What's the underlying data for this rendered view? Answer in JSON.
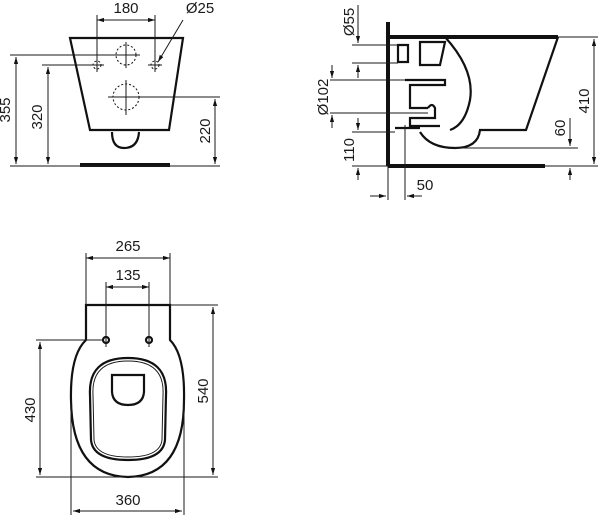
{
  "drawing": {
    "front_view": {
      "dims": {
        "fixing_spacing": "180",
        "fixing_hole_diameter": "Ø25",
        "total_height": "355",
        "fixing_height": "320",
        "outlet_height": "220"
      }
    },
    "side_view": {
      "dims": {
        "inlet_diameter": "Ø55",
        "outlet_diameter": "Ø102",
        "outlet_offset": "110",
        "wall_offset": "50",
        "bowl_height": "410",
        "base_offset": "60"
      }
    },
    "top_view": {
      "dims": {
        "rear_width": "265",
        "seat_fixing_spacing": "135",
        "total_length": "540",
        "fixing_to_front": "430",
        "bowl_width": "360"
      }
    }
  }
}
